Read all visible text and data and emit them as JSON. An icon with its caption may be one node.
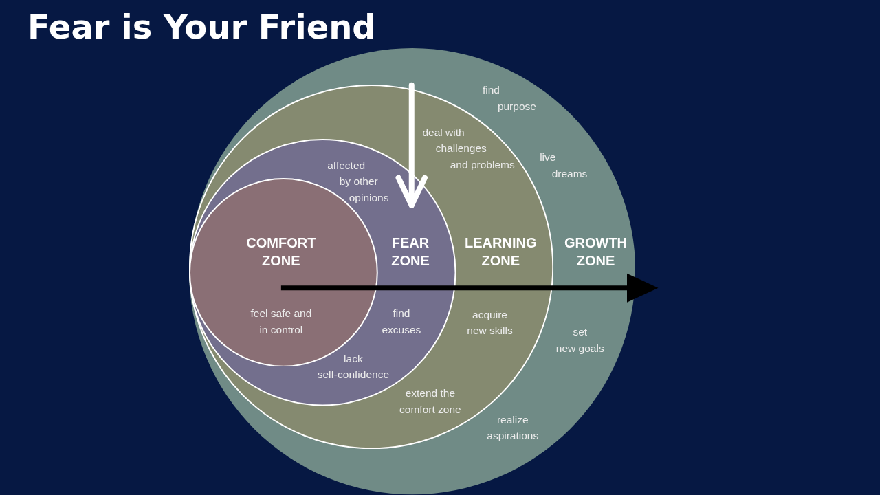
{
  "diagram": {
    "title": "Fear is Your Friend",
    "nodes": [
      {
        "text": [
          "find purpose",
          "live dreams",
          "GROWTH ZONE",
          "set new goals",
          "realize aspirations"
        ]
      },
      {
        "text": [
          "deal with challenges and problems",
          "LEARNING ZONE",
          "acquire new skills",
          "extend the comfort zone"
        ],
        "in": 0
      },
      {
        "text": [
          "affected by other opinions",
          "FEAR ZONE",
          "find excuses",
          "lack self-confidence"
        ],
        "in": 1
      },
      {
        "text": [
          "COMFORT ZONE",
          "feel safe and in control"
        ],
        "in": 2
      }
    ]
  }
}
